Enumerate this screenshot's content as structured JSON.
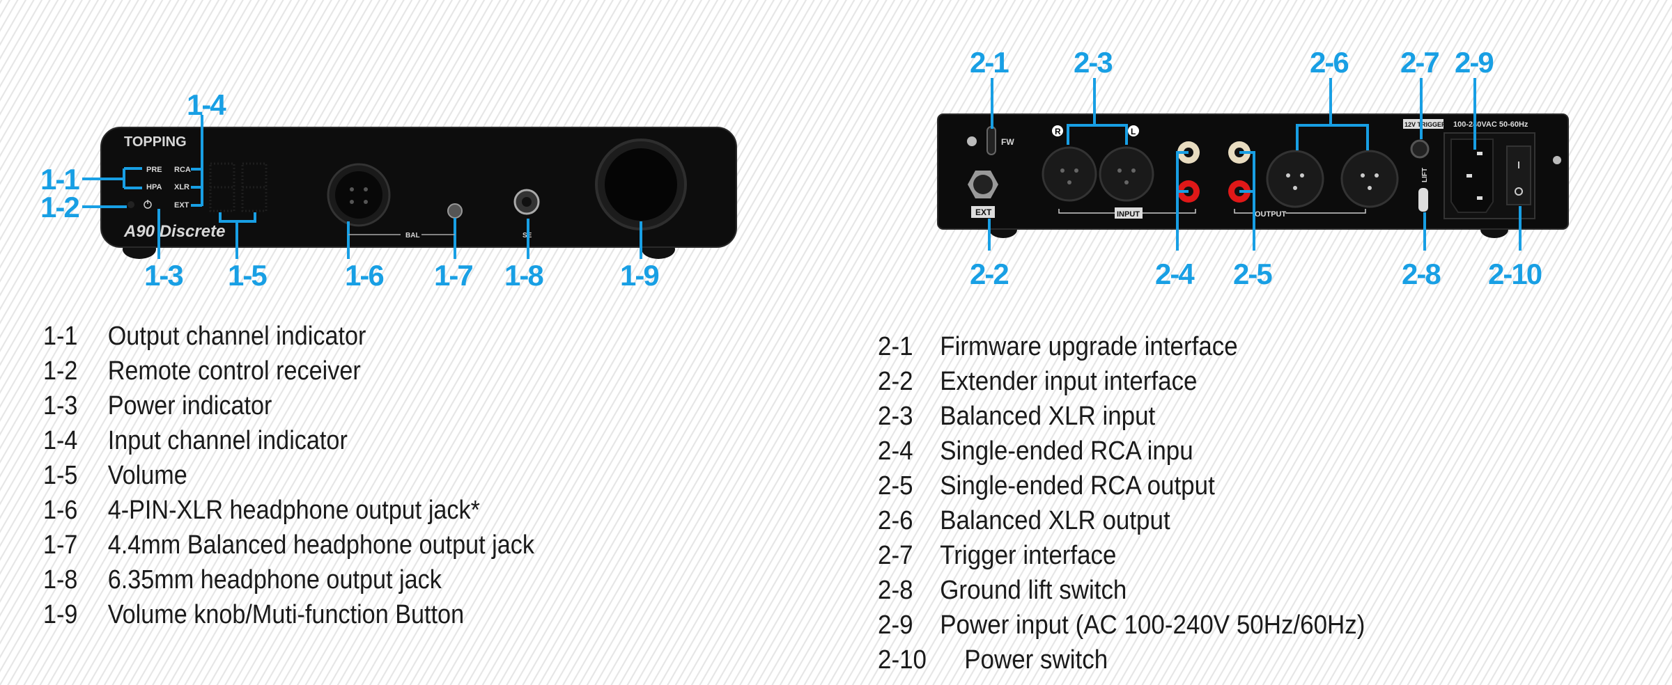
{
  "front": {
    "brand": "TOPPING",
    "model": "A90 Discrete",
    "panel_labels": {
      "pre": "PRE",
      "hpa": "HPA",
      "rca": "RCA",
      "xlr": "XLR",
      "ext": "EXT",
      "bal": "BAL",
      "se": "SE"
    },
    "callouts": [
      "1-1",
      "1-2",
      "1-3",
      "1-4",
      "1-5",
      "1-6",
      "1-7",
      "1-8",
      "1-9"
    ],
    "legend": [
      {
        "num": "1-1",
        "text": "Output channel indicator"
      },
      {
        "num": "1-2",
        "text": "Remote control receiver"
      },
      {
        "num": "1-3",
        "text": "Power indicator"
      },
      {
        "num": "1-4",
        "text": "Input channel indicator"
      },
      {
        "num": "1-5",
        "text": "Volume"
      },
      {
        "num": "1-6",
        "text": "4-PIN-XLR headphone output jack*"
      },
      {
        "num": "1-7",
        "text": "4.4mm Balanced headphone output jack"
      },
      {
        "num": "1-8",
        "text": "6.35mm headphone output jack"
      },
      {
        "num": "1-9",
        "text": "Volume knob/Muti-function Button"
      }
    ]
  },
  "back": {
    "panel_labels": {
      "fw": "FW",
      "ext": "EXT",
      "input": "INPUT",
      "output": "OUTPUT",
      "trigger": "12V TRIGGER",
      "lift": "LIFT",
      "power_rating": "100-240VAC 50-60Hz",
      "r": "R",
      "l": "L"
    },
    "callouts": [
      "2-1",
      "2-2",
      "2-3",
      "2-4",
      "2-5",
      "2-6",
      "2-7",
      "2-8",
      "2-9",
      "2-10"
    ],
    "legend": [
      {
        "num": "2-1",
        "text": "Firmware upgrade interface"
      },
      {
        "num": "2-2",
        "text": "Extender input interface"
      },
      {
        "num": "2-3",
        "text": "Balanced XLR input"
      },
      {
        "num": "2-4",
        "text": "Single-ended RCA inpu"
      },
      {
        "num": "2-5",
        "text": "Single-ended RCA output"
      },
      {
        "num": "2-6",
        "text": "Balanced XLR output"
      },
      {
        "num": "2-7",
        "text": "Trigger interface"
      },
      {
        "num": "2-8",
        "text": "Ground lift switch"
      },
      {
        "num": "2-9",
        "text": "Power input (AC 100-240V 50Hz/60Hz)"
      },
      {
        "num": "2-10",
        "text": "Power switch"
      }
    ]
  },
  "colors": {
    "callout": "#189fe4",
    "chassis": "#0c0c0c",
    "rca_red": "#e01818",
    "rca_gold": "#d8c9a0"
  }
}
